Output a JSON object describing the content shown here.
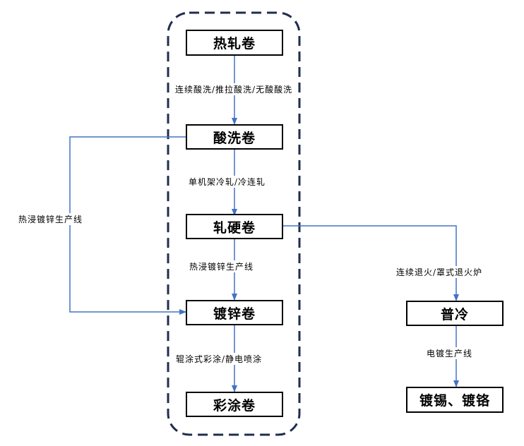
{
  "nodes": {
    "hot_rolled_coil": "热轧卷",
    "pickled_coil": "酸洗卷",
    "hard_rolled_coil": "轧硬卷",
    "galvanized_coil": "镀锌卷",
    "color_coated_coil": "彩涂卷",
    "cold_rolled": "普冷",
    "tin_chrome_plated": "镀锡、镀铬"
  },
  "edges": {
    "pickling": "连续酸洗/推拉酸洗/无酸酸洗",
    "cold_rolling": "单机架冷轧/冷连轧",
    "galvanizing_main": "热浸镀锌生产线",
    "galvanizing_side": "热浸镀锌生产线",
    "coating": "辊涂式彩涂/静电喷涂",
    "annealing": "连续退火/罩式退火炉",
    "electroplating": "电镀生产线"
  },
  "colors": {
    "arrow": "#4472c4",
    "frame": "#1f2d4d"
  }
}
